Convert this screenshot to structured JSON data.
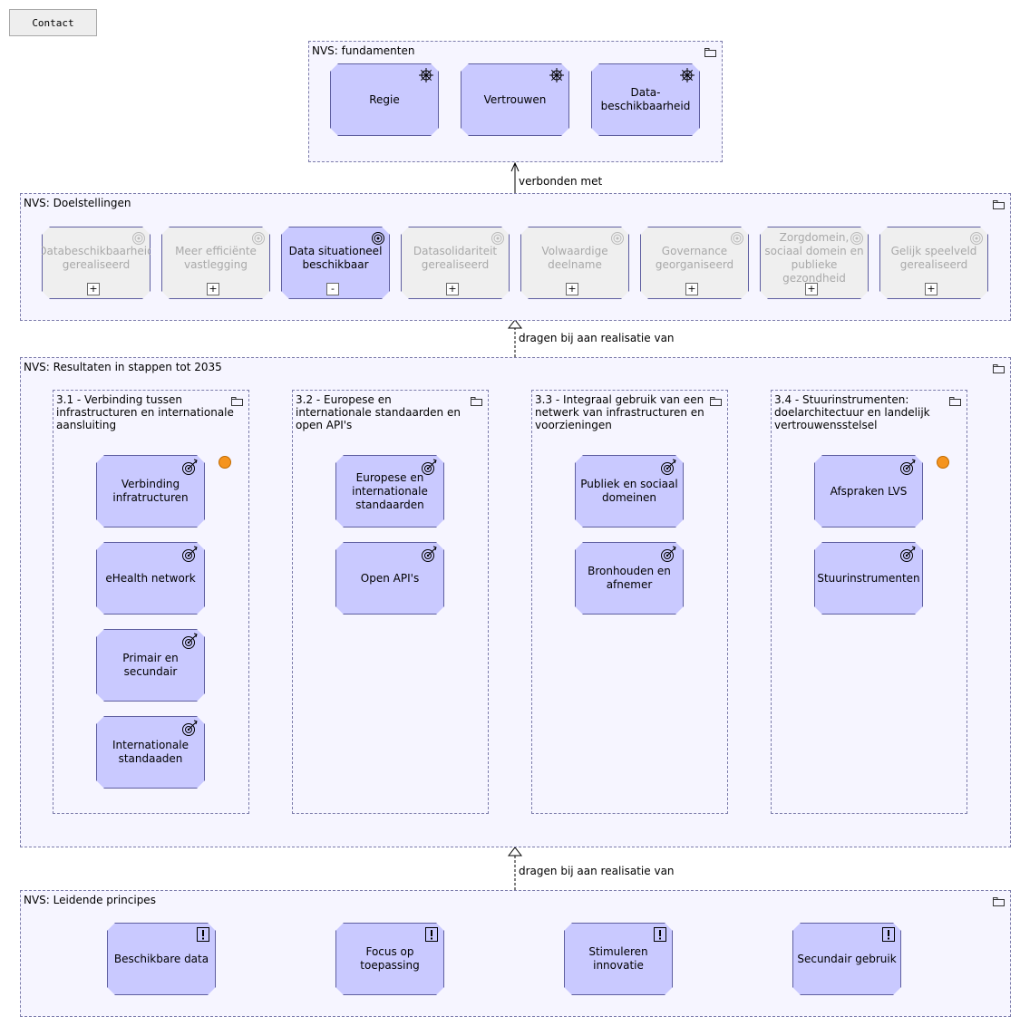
{
  "contact_label": "Contact",
  "colors": {
    "element_fill": "#c9c9ff",
    "group_fill": "#f6f5ff",
    "greyed_fill": "#efefef",
    "accent_dot": "#f5941f"
  },
  "fundamenten": {
    "title": "NVS: fundamenten",
    "items": [
      "Regie",
      "Vertrouwen",
      "Data-\nbeschikbaarheid"
    ]
  },
  "relation_top": "verbonden met",
  "doelstellingen": {
    "title": "NVS: Doelstellingen",
    "items": [
      {
        "label": "Databeschikbaarheid gerealiseerd",
        "toggle": "+",
        "active": false
      },
      {
        "label": "Meer efficiënte vastlegging",
        "toggle": "+",
        "active": false
      },
      {
        "label": "Data situationeel beschikbaar",
        "toggle": "-",
        "active": true
      },
      {
        "label": "Datasolidariteit gerealiseerd",
        "toggle": "+",
        "active": false
      },
      {
        "label": "Volwaardige deelname",
        "toggle": "+",
        "active": false
      },
      {
        "label": "Governance georganiseerd",
        "toggle": "+",
        "active": false
      },
      {
        "label": "Zorgdomein, sociaal domein en publieke gezondheid",
        "toggle": "+",
        "active": false
      },
      {
        "label": "Gelijk speelveld gerealiseerd",
        "toggle": "+",
        "active": false
      }
    ]
  },
  "relation_mid": "dragen bij aan realisatie van",
  "resultaten": {
    "title": "NVS: Resultaten in stappen tot 2035",
    "columns": [
      {
        "title": "3.1 - Verbinding tussen infrastructuren en internationale aansluiting",
        "items": [
          "Verbinding infratructuren",
          "eHealth network",
          "Primair en secundair",
          "Internationale standaaden"
        ]
      },
      {
        "title": "3.2 - Europese en internationale standaarden en open API's",
        "items": [
          "Europese en internationale standaarden",
          "Open API's"
        ]
      },
      {
        "title": "3.3 - Integraal gebruik van een netwerk van infrastructuren en voorzieningen",
        "items": [
          "Publiek en sociaal domeinen",
          "Bronhouden en afnemer"
        ]
      },
      {
        "title": "3.4 - Stuurinstrumenten: doelarchitectuur en landelijk vertrouwensstelsel",
        "items": [
          "Afspraken LVS",
          "Stuurinstrumenten"
        ]
      }
    ]
  },
  "relation_bottom": "dragen bij aan realisatie van",
  "principes": {
    "title": "NVS: Leidende principes",
    "items": [
      "Beschikbare data",
      "Focus op toepassing",
      "Stimuleren innovatie",
      "Secundair gebruik"
    ]
  }
}
